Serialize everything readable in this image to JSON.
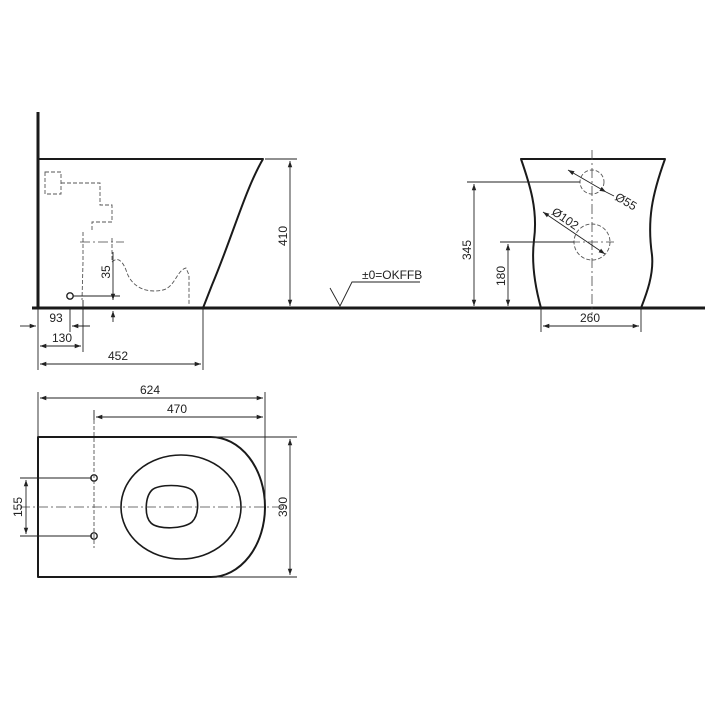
{
  "side_view": {
    "dims": {
      "height": "410",
      "drain_height": "35",
      "offset_93": "93",
      "offset_130": "130",
      "depth": "452"
    },
    "floor_label": "±0=OKFFB"
  },
  "front_view": {
    "dims": {
      "fixing_height": "345",
      "inlet_height": "180",
      "base_width": "260",
      "hole_small": "Ø55",
      "hole_large": "Ø102"
    }
  },
  "top_view": {
    "dims": {
      "overall_length": "624",
      "bolt_to_front": "470",
      "bolt_spacing": "155",
      "width": "390"
    }
  }
}
